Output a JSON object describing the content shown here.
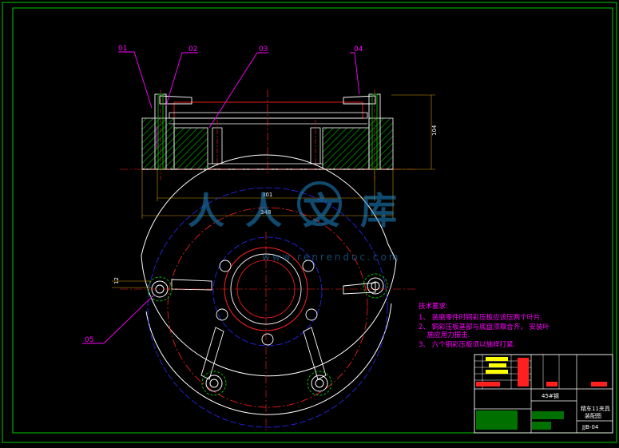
{
  "drawing": {
    "part_labels": [
      "01",
      "02",
      "03",
      "04",
      "05"
    ],
    "dimensions": {
      "height": "104",
      "inner_width": "301",
      "outer_width": "348",
      "slot": "12"
    },
    "watermark": {
      "text": "人人文库",
      "url": "www.renrendoc.com"
    },
    "tech_requirements": {
      "title": "技术要求:",
      "items": [
        "1、 装磨零件时铜彩压板应该压两个叶片.",
        "2、 铜彩压板基部与底盘须靠合齐， 安装叶",
        "    施应用力振击.",
        "3、 六个铜彩压板须以施样打紧."
      ]
    },
    "title_block": {
      "material": "45#钢",
      "name_line1": "精车11夹具",
      "name_line2": "装配图",
      "drawing_no": "JJB-04"
    }
  },
  "colors": {
    "frame": "#00cc00",
    "outline": "#ffffff",
    "leader": "#ff00ff",
    "hatch": "#00aa00",
    "center": "#ff2020",
    "pitch": "#2a2aff",
    "dim": "#cc9900"
  }
}
